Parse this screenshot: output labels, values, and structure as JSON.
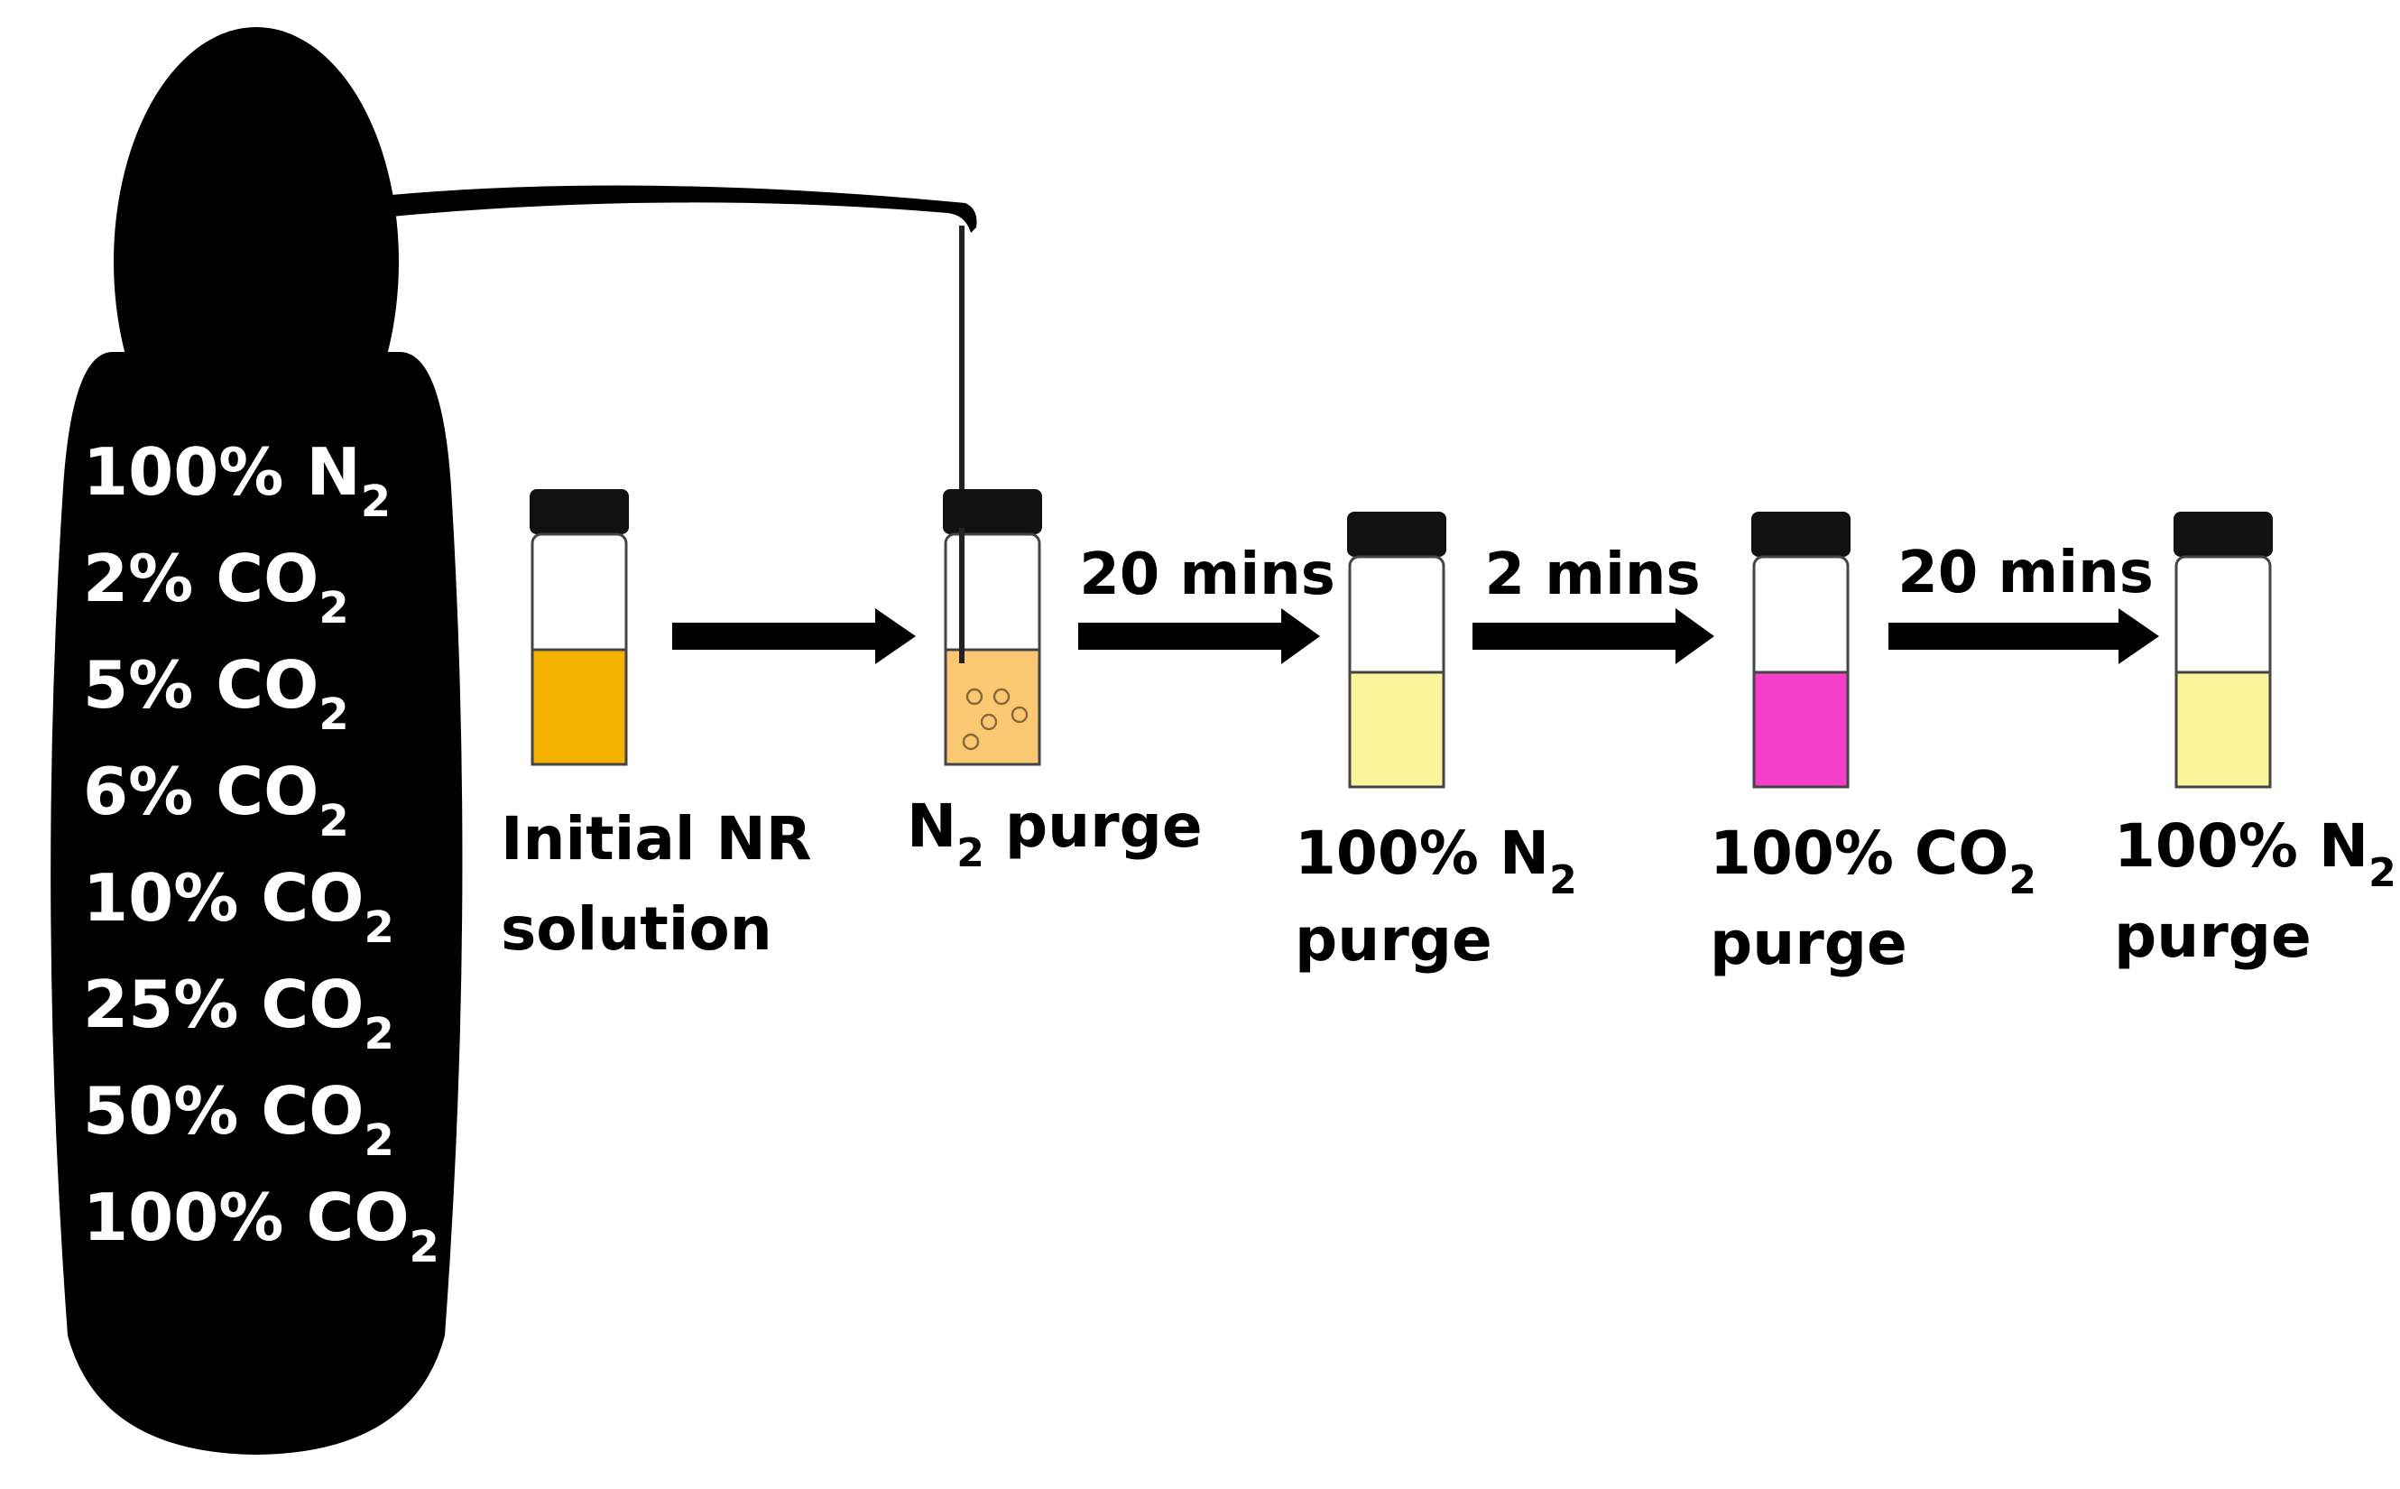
{
  "cylinder": {
    "gases": [
      {
        "main": "100% N",
        "sub": "2"
      },
      {
        "main": "2% CO",
        "sub": "2"
      },
      {
        "main": "5% CO",
        "sub": "2"
      },
      {
        "main": "6% CO",
        "sub": "2"
      },
      {
        "main": "10% CO",
        "sub": "2"
      },
      {
        "main": "25% CO",
        "sub": "2"
      },
      {
        "main": "50% CO",
        "sub": "2"
      },
      {
        "main": "100% CO",
        "sub": "2"
      }
    ]
  },
  "vials": [
    {
      "label_line1": "Initial NR",
      "label_line1_sub": "",
      "label_line1_tail": "",
      "label_line2": "solution",
      "liquid_color": "#f5b100"
    },
    {
      "label_line1": "N",
      "label_line1_sub": "2",
      "label_line1_tail": " purge",
      "label_line2": "",
      "liquid_color": "#f9c870"
    },
    {
      "label_line1": "100% N",
      "label_line1_sub": "2",
      "label_line1_tail": "",
      "label_line2": "purge",
      "liquid_color": "#fbf59a"
    },
    {
      "label_line1": "100% CO",
      "label_line1_sub": "2",
      "label_line1_tail": "",
      "label_line2": "purge",
      "liquid_color": "#f53fcb"
    },
    {
      "label_line1": "100% N",
      "label_line1_sub": "2",
      "label_line1_tail": "",
      "label_line2": "purge",
      "liquid_color": "#fbf59a"
    }
  ],
  "arrows": [
    {
      "label": ""
    },
    {
      "label": "20 mins"
    },
    {
      "label": "2 mins"
    },
    {
      "label": "20 mins"
    }
  ],
  "colors": {
    "cylinder": "#000000",
    "cap": "#111111",
    "bubble": "#8a6a3a"
  }
}
